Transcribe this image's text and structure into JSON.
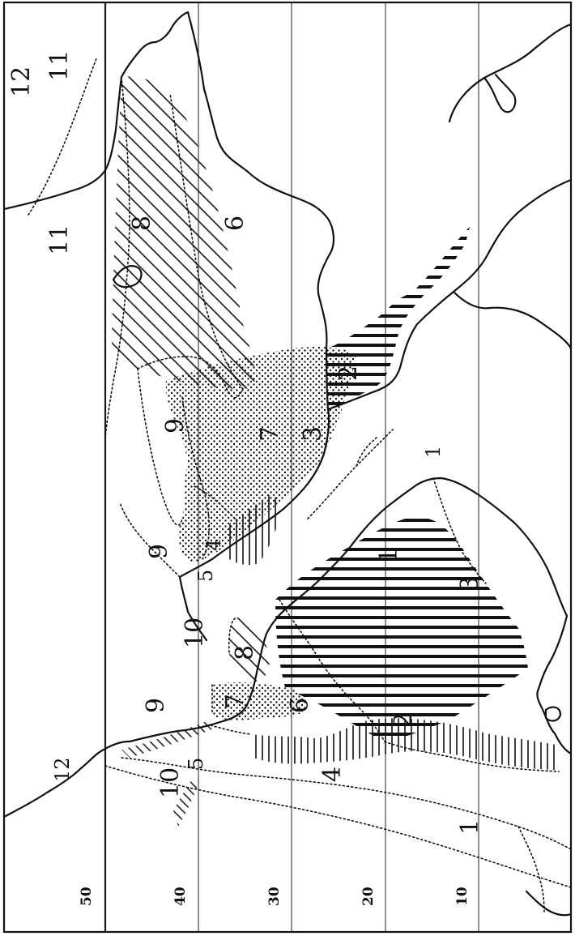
{
  "latitude_ticks": [
    "50",
    "40",
    "30",
    "20",
    "10"
  ],
  "zone_labels": [
    "1",
    "2",
    "3",
    "4",
    "5",
    "6",
    "7",
    "8",
    "9",
    "10",
    "11",
    "12"
  ],
  "colors": {
    "ink": "#111111",
    "paper": "#ffffff"
  }
}
